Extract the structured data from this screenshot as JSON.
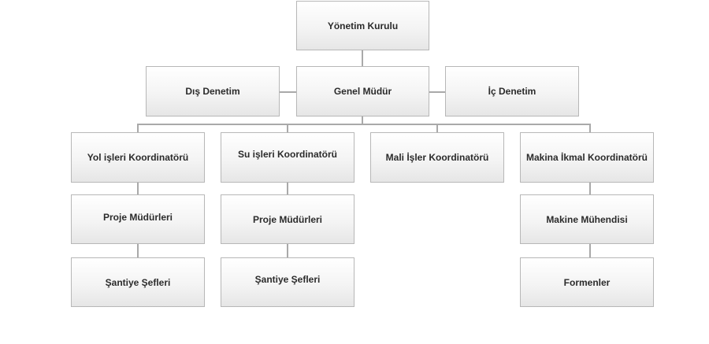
{
  "nodes": {
    "board": "Yönetim Kurulu",
    "external_audit": "Dış Denetim",
    "general_manager": "Genel Müdür",
    "internal_audit": "İç Denetim",
    "road_coordinator": "Yol işleri Koordinatörü",
    "water_coordinator": "Su işleri Koordinatörü",
    "finance_coordinator": "Mali İşler Koordinatörü",
    "machinery_coordinator": "Makina İkmal Koordinatörü",
    "road_project_managers": "Proje Müdürleri",
    "water_project_managers": "Proje Müdürleri",
    "machine_engineer": "Makine Mühendisi",
    "road_site_chiefs": "Şantiye Şefleri",
    "water_site_chiefs": "Şantiye Şefleri",
    "foremen": "Formenler"
  }
}
